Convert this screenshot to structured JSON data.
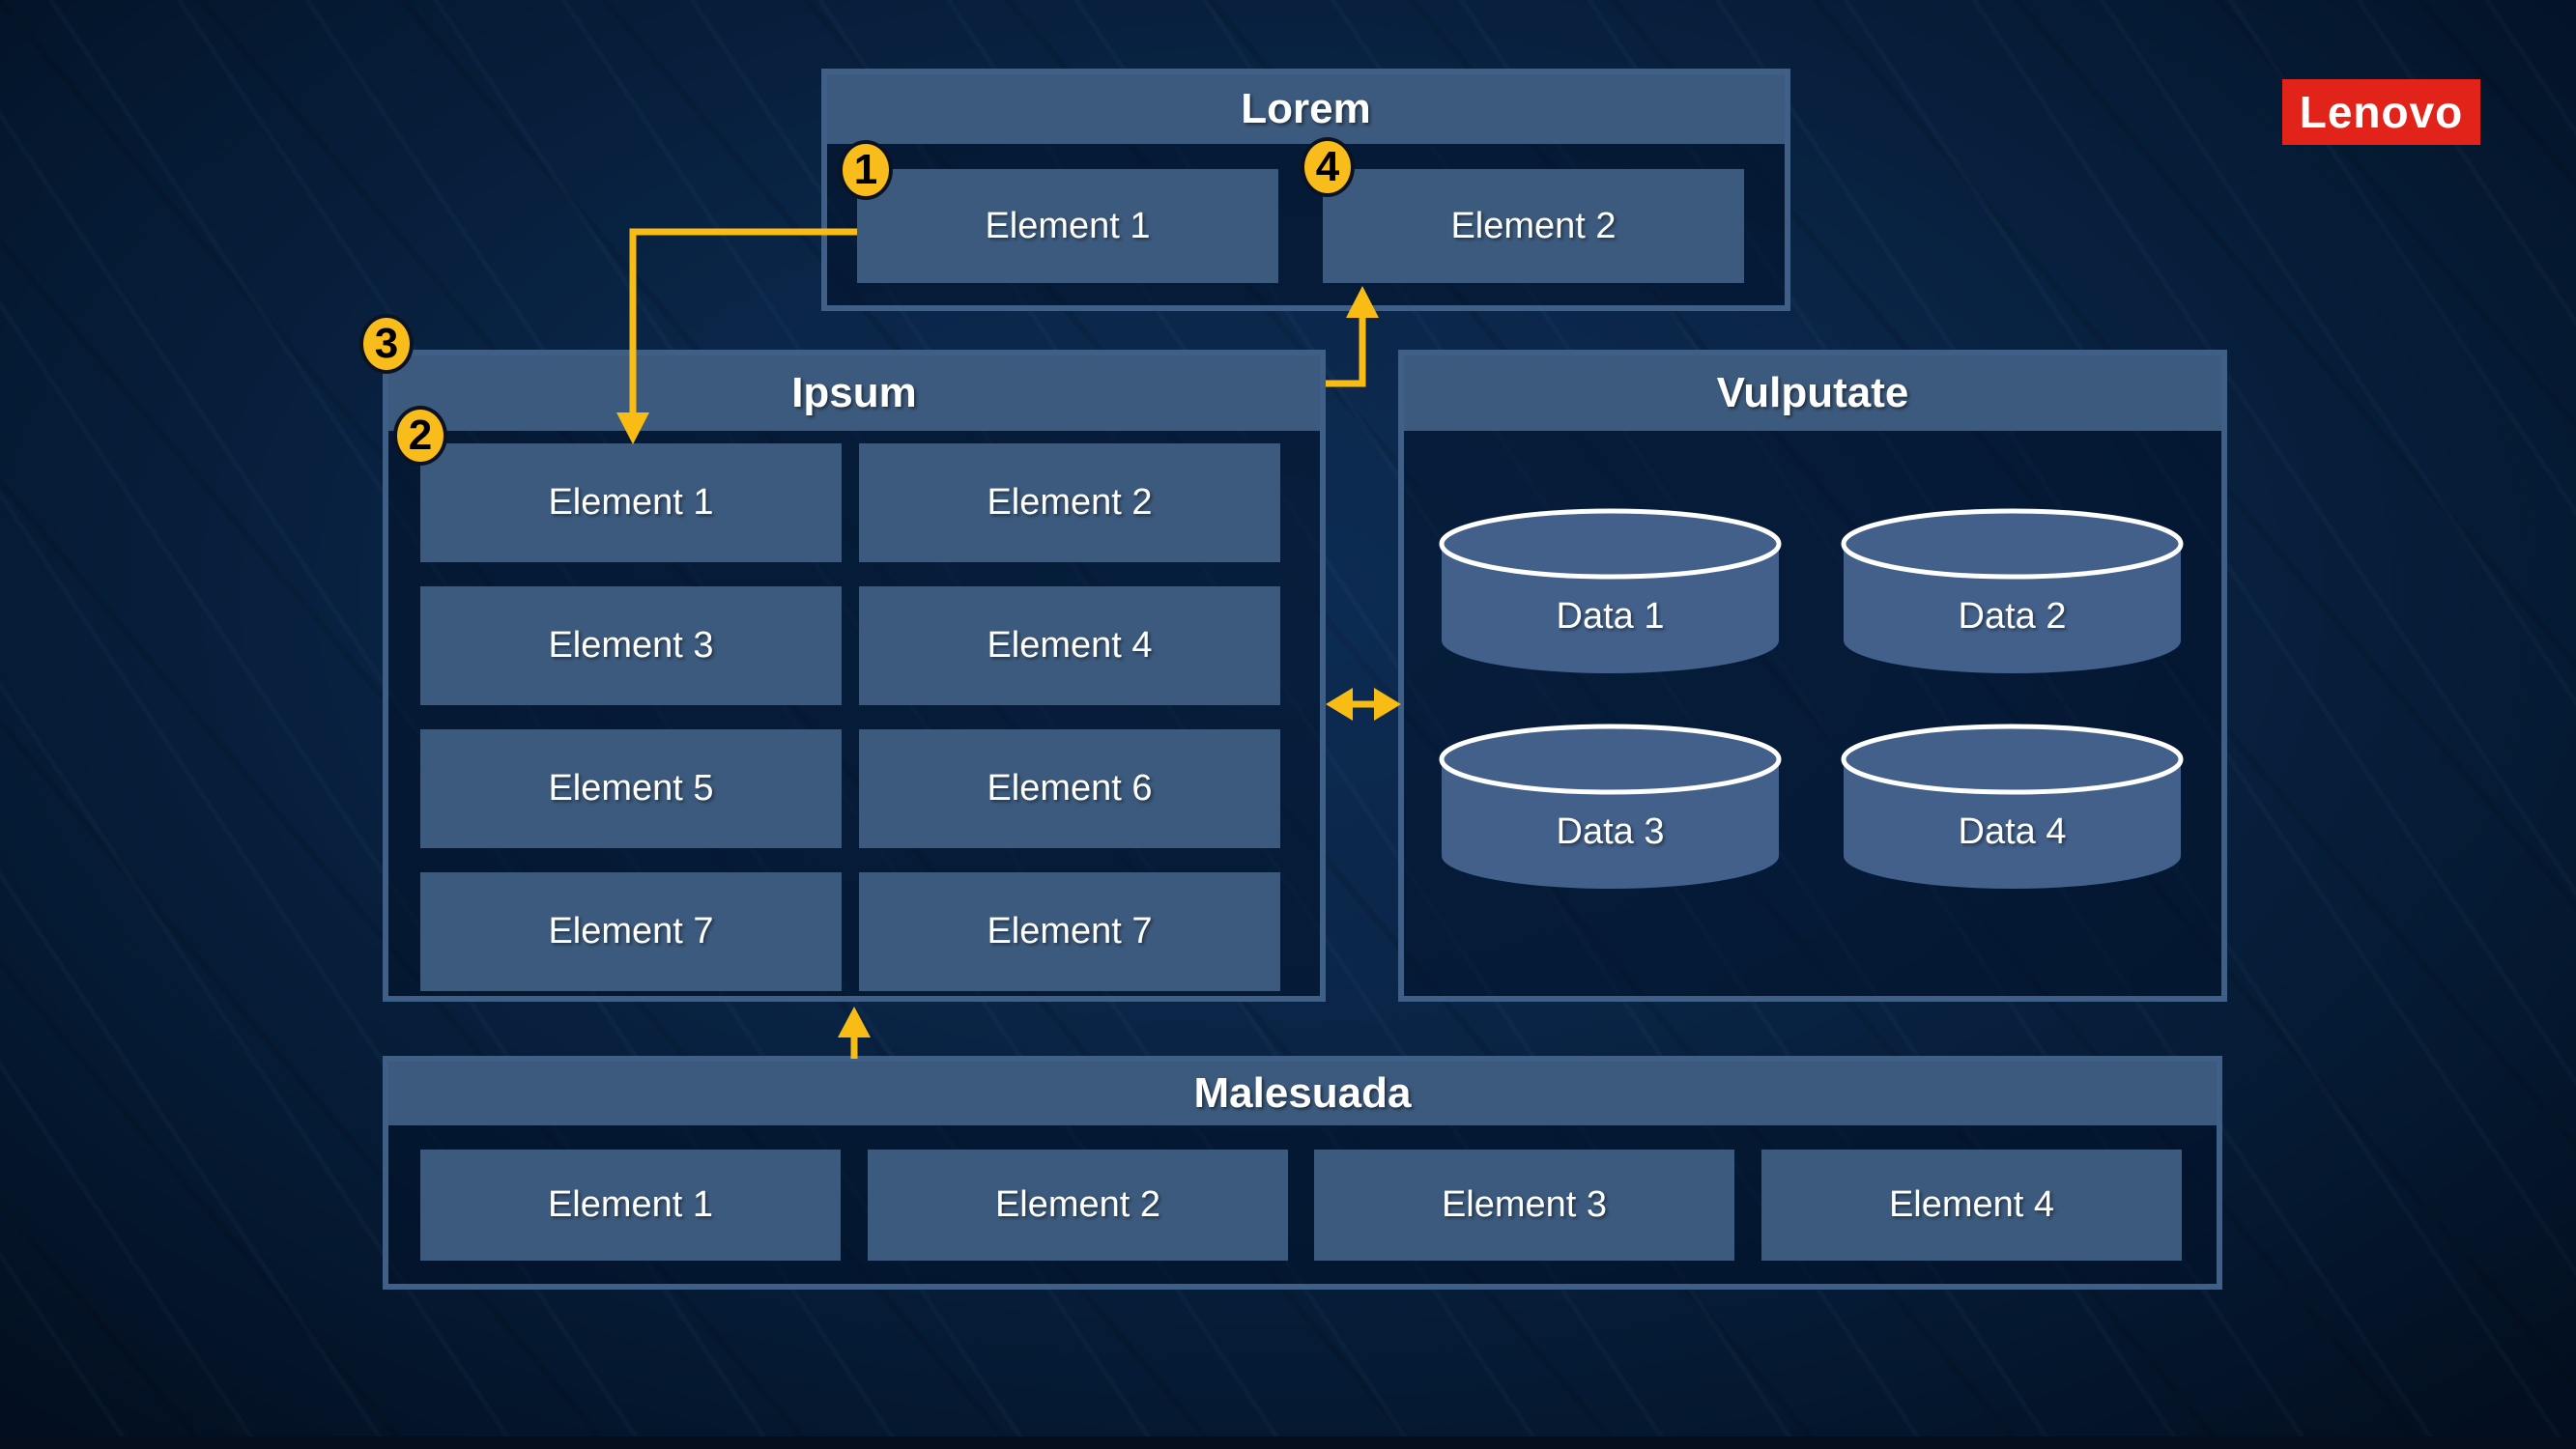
{
  "colors": {
    "background_navy": "#0a2547",
    "box_slate": "#3c5a7d",
    "box_border": "#3f5f87",
    "cylinder_slate": "#42608a",
    "accent_yellow": "#f8bd1a",
    "lenovo_red": "#e2231a",
    "text": "#ffffff"
  },
  "logo": {
    "text": "Lenovo"
  },
  "badges": [
    {
      "label": "1"
    },
    {
      "label": "2"
    },
    {
      "label": "3"
    },
    {
      "label": "4"
    }
  ],
  "sections": {
    "lorem": {
      "title": "Lorem",
      "elements": [
        "Element 1",
        "Element 2"
      ]
    },
    "ipsum": {
      "title": "Ipsum",
      "elements": [
        "Element 1",
        "Element 2",
        "Element 3",
        "Element 4",
        "Element 5",
        "Element 6",
        "Element 7",
        "Element 7"
      ]
    },
    "vulputate": {
      "title": "Vulputate",
      "stores": [
        "Data 1",
        "Data 2",
        "Data 3",
        "Data 4"
      ]
    },
    "malesuada": {
      "title": "Malesuada",
      "elements": [
        "Element 1",
        "Element 2",
        "Element 3",
        "Element 4"
      ]
    }
  }
}
